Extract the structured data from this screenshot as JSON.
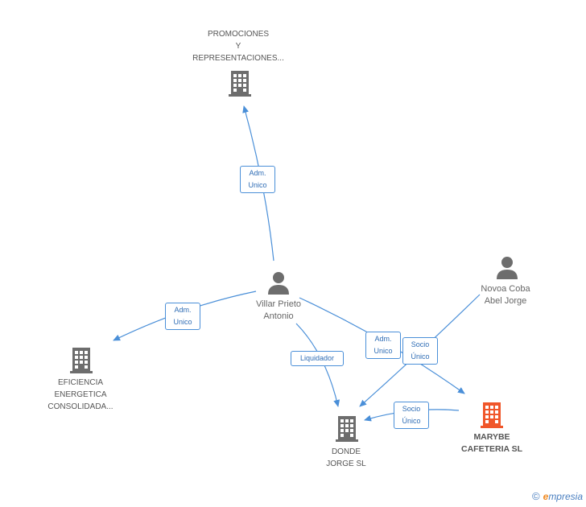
{
  "nodes": {
    "promociones": {
      "lines": [
        "PROMOCIONES",
        "Y",
        "REPRESENTACIONES..."
      ],
      "icon": "building-icon"
    },
    "eficiencia": {
      "lines": [
        "EFICIENCIA",
        "ENERGETICA",
        "CONSOLIDADA..."
      ],
      "icon": "building-icon"
    },
    "villar": {
      "lines": [
        "Villar Prieto",
        "Antonio"
      ],
      "icon": "person-icon"
    },
    "novoa": {
      "lines": [
        "Novoa Coba",
        "Abel Jorge"
      ],
      "icon": "person-icon"
    },
    "donde": {
      "lines": [
        "DONDE",
        "JORGE SL"
      ],
      "icon": "building-icon"
    },
    "marybe": {
      "lines": [
        "MARYBE",
        "CAFETERIA SL"
      ],
      "icon": "building-icon"
    }
  },
  "edges": {
    "villar_promociones": [
      "Adm.",
      "Unico"
    ],
    "villar_eficiencia": [
      "Adm.",
      "Unico"
    ],
    "villar_donde": [
      "Liquidador"
    ],
    "villar_marybe": [
      "Adm.",
      "Unico"
    ],
    "novoa_socio": [
      "Socio",
      "Único"
    ],
    "marybe_donde": [
      "Socio",
      "Único"
    ]
  },
  "colors": {
    "edge": "#4a8fd8",
    "building": "#6d6d6d",
    "person": "#6d6d6d",
    "focus_building": "#f0562a"
  },
  "watermark": {
    "copyright": "©",
    "brand_initial": "e",
    "brand_rest": "mpresia"
  }
}
